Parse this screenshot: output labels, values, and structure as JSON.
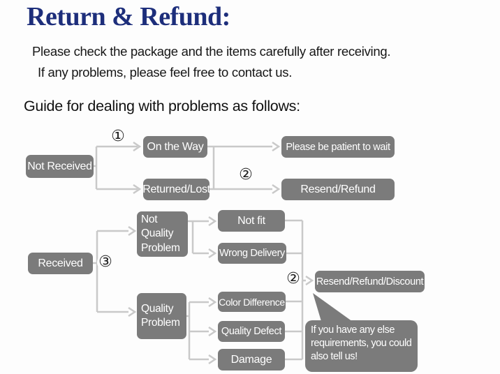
{
  "header": {
    "title": "Return & Refund:",
    "subtitle_line1": "Please check the package and the items carefully after receiving.",
    "subtitle_line2": "If any problems, please feel free to contact us.",
    "guide_heading": "Guide for dealing with problems as follows:"
  },
  "colors": {
    "title_blue": "#1d2e7b",
    "node_gray": "#7b7b7b",
    "connector_gray": "#c9c9c9",
    "node_text": "#ffffff",
    "body_text": "#151515"
  },
  "flowchart": {
    "not_received": {
      "label": "Not Received"
    },
    "on_the_way": {
      "label": "On the Way"
    },
    "please_be_patient": {
      "label": "Please be patient to wait"
    },
    "returned_lost": {
      "label": "Returned/Lost"
    },
    "resend_refund": {
      "label": "Resend/Refund"
    },
    "received": {
      "label": "Received"
    },
    "not_quality_problem": {
      "label": "Not Quality Problem"
    },
    "not_fit": {
      "label": "Not fit"
    },
    "wrong_delivery": {
      "label": "Wrong Delivery"
    },
    "quality_problem": {
      "label": "Quality Problem"
    },
    "color_difference": {
      "label": "Color Difference"
    },
    "quality_defect": {
      "label": "Quality Defect"
    },
    "damage": {
      "label": "Damage"
    },
    "resend_refund_discount": {
      "label": "Resend/Refund/Discount"
    },
    "markers": {
      "step1": "①",
      "step2_top": "②",
      "step3": "③",
      "step2_bottom": "②"
    },
    "note_bubble": "If you have any else\nrequirements, you could\nalso tell us!"
  }
}
